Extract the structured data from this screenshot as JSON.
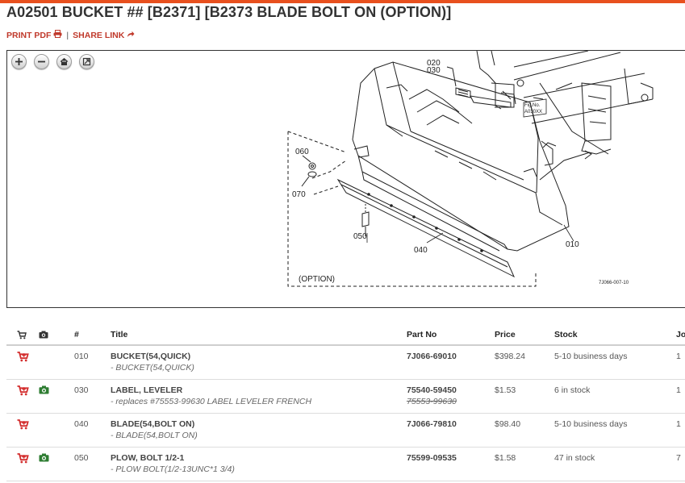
{
  "page": {
    "title": "A02501 BUCKET ## [B2371] [B2373 BLADE BOLT ON (OPTION)]",
    "print_pdf_label": "PRINT PDF",
    "separator": "|",
    "share_link_label": "SHARE LINK",
    "accent_color": "#e8501e",
    "link_color": "#c0392b"
  },
  "diagram": {
    "zoom_controls": [
      "zoom-in-icon",
      "zoom-out-icon",
      "home-icon",
      "fullscreen-icon"
    ],
    "callouts": {
      "c020": "020",
      "c030": "030",
      "c060": "060",
      "c070": "070",
      "c050": "050",
      "c040": "040",
      "c010": "010",
      "fig_no": "Fig.No.",
      "fig_id": "A030XX",
      "option": "(OPTION)",
      "drawing_id": "7J066-007-10"
    }
  },
  "table": {
    "headers": {
      "cart": "cart-icon",
      "photo": "camera-icon",
      "num": "#",
      "title": "Title",
      "part_no": "Part No",
      "price": "Price",
      "stock": "Stock",
      "job": "Jo"
    },
    "rows": [
      {
        "num": "010",
        "title": "BUCKET(54,QUICK)",
        "subtitle": "- BUCKET(54,QUICK)",
        "part_no": "7J066-69010",
        "old_part_no": "",
        "price": "$398.24",
        "stock": "5-10 business days",
        "qty": "1",
        "has_photo": false
      },
      {
        "num": "030",
        "title": "LABEL, LEVELER",
        "subtitle": "- replaces #75553-99630 LABEL LEVELER FRENCH",
        "part_no": "75540-59450",
        "old_part_no": "75553-99630",
        "price": "$1.53",
        "stock": "6 in stock",
        "qty": "1",
        "has_photo": true
      },
      {
        "num": "040",
        "title": "BLADE(54,BOLT ON)",
        "subtitle": "- BLADE(54,BOLT ON)",
        "part_no": "7J066-79810",
        "old_part_no": "",
        "price": "$98.40",
        "stock": "5-10 business days",
        "qty": "1",
        "has_photo": false
      },
      {
        "num": "050",
        "title": "PLOW, BOLT 1/2-1",
        "subtitle": "- PLOW BOLT(1/2-13UNC*1 3/4)",
        "part_no": "75599-09535",
        "old_part_no": "",
        "price": "$1.58",
        "stock": "47 in stock",
        "qty": "7",
        "has_photo": true
      }
    ]
  }
}
